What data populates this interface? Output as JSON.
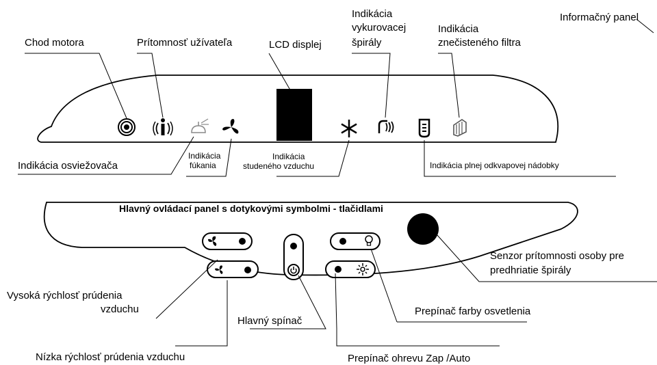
{
  "labels": {
    "chod_motora": "Chod motora",
    "pritomnost": "Prítomnosť užívateľa",
    "lcd": "LCD displej",
    "spirala": [
      "Indikácia",
      "vykurovacej",
      "špirály"
    ],
    "filter": [
      "Indikácia",
      "znečisteného filtra"
    ],
    "info_panel": "Informačný panel",
    "osviezovac": "Indikácia osviežovača",
    "fukanie": [
      "Indikácia",
      "fúkania"
    ],
    "studeny": [
      "Indikácia",
      "studeného vzduchu"
    ],
    "nadobka": "Indikácia plnej odkvapovej nádobky",
    "main_panel": "Hlavný ovládací panel s dotykovými symbolmi - tlačidlami",
    "senzor": [
      "Senzor prítomnosti osoby pre",
      "predhriatie špirály"
    ],
    "vysoka": [
      "Vysoká rýchlosť prúdenia",
      "vzduchu"
    ],
    "spinac": "Hlavný spínač",
    "farba": "Prepínač farby osvetlenia",
    "nizka": "Nízka rýchlosť prúdenia vzduchu",
    "ohrev": "Prepínač ohrevu Zap /Auto"
  },
  "icons": {
    "motor": "motor-icon",
    "person": "person-presence-icon",
    "freshener": "freshener-icon",
    "fan": "fan-icon",
    "snow": "snowflake-icon",
    "heater": "heater-coil-icon",
    "tank": "water-tank-icon",
    "filter": "filter-icon",
    "power": "power-icon",
    "bulb": "bulb-icon",
    "sun": "sun-icon"
  },
  "colors": {
    "ink": "#000000",
    "background": "#ffffff"
  }
}
